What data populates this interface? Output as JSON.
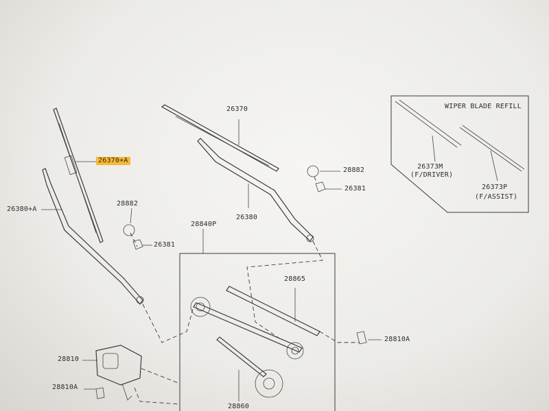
{
  "refill_title": "WIPER BLADE REFILL",
  "labels": {
    "p26370": "26370",
    "p26370A": "26370+A",
    "p26380A": "26380+A",
    "p28882_left": "28882",
    "p26381_left": "26381",
    "p28840P": "28840P",
    "p26380": "26380",
    "p28882_right": "28882",
    "p26381_right": "26381",
    "p28865": "28865",
    "p28810A_right": "28810A",
    "p28810": "28810",
    "p28810A_left": "28810A",
    "p28860": "28860",
    "p26373M": "26373M",
    "p26373M_sub": "(F/DRIVER)",
    "p26373P": "26373P",
    "p26373P_sub": "(F/ASSIST)"
  },
  "colors": {
    "highlight": "#f6b93b",
    "ink": "#3a3a3a"
  }
}
